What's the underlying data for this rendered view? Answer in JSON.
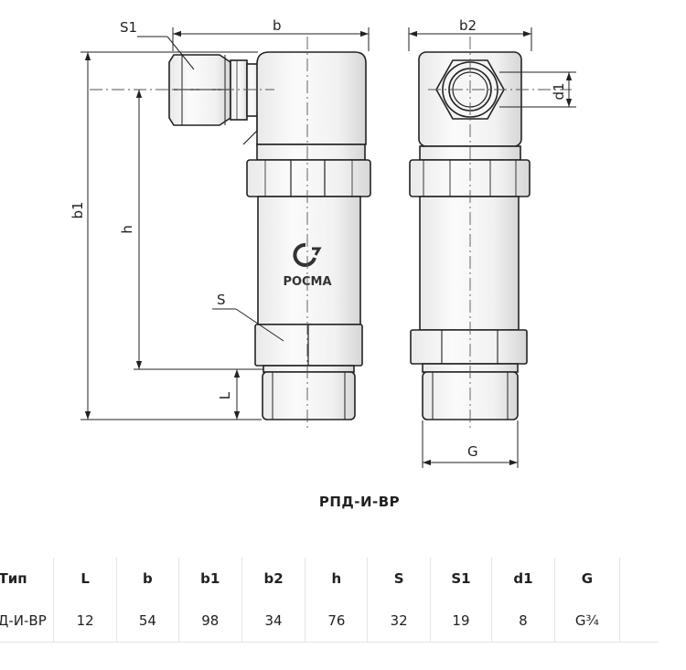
{
  "drawing": {
    "labels": {
      "S1": "S1",
      "b": "b",
      "b2": "b2",
      "d1": "d1",
      "b1": "b1",
      "h": "h",
      "S": "S",
      "L": "L",
      "G": "G"
    },
    "logo_text": "РОСМА"
  },
  "caption": "РПД-И-ВР",
  "table": {
    "headers": [
      "Тип",
      "L",
      "b",
      "b1",
      "b2",
      "h",
      "S",
      "S1",
      "d1",
      "G"
    ],
    "rows": [
      [
        "РПД-И-ВР",
        "12",
        "54",
        "98",
        "34",
        "76",
        "32",
        "19",
        "8",
        "G¾"
      ]
    ]
  }
}
